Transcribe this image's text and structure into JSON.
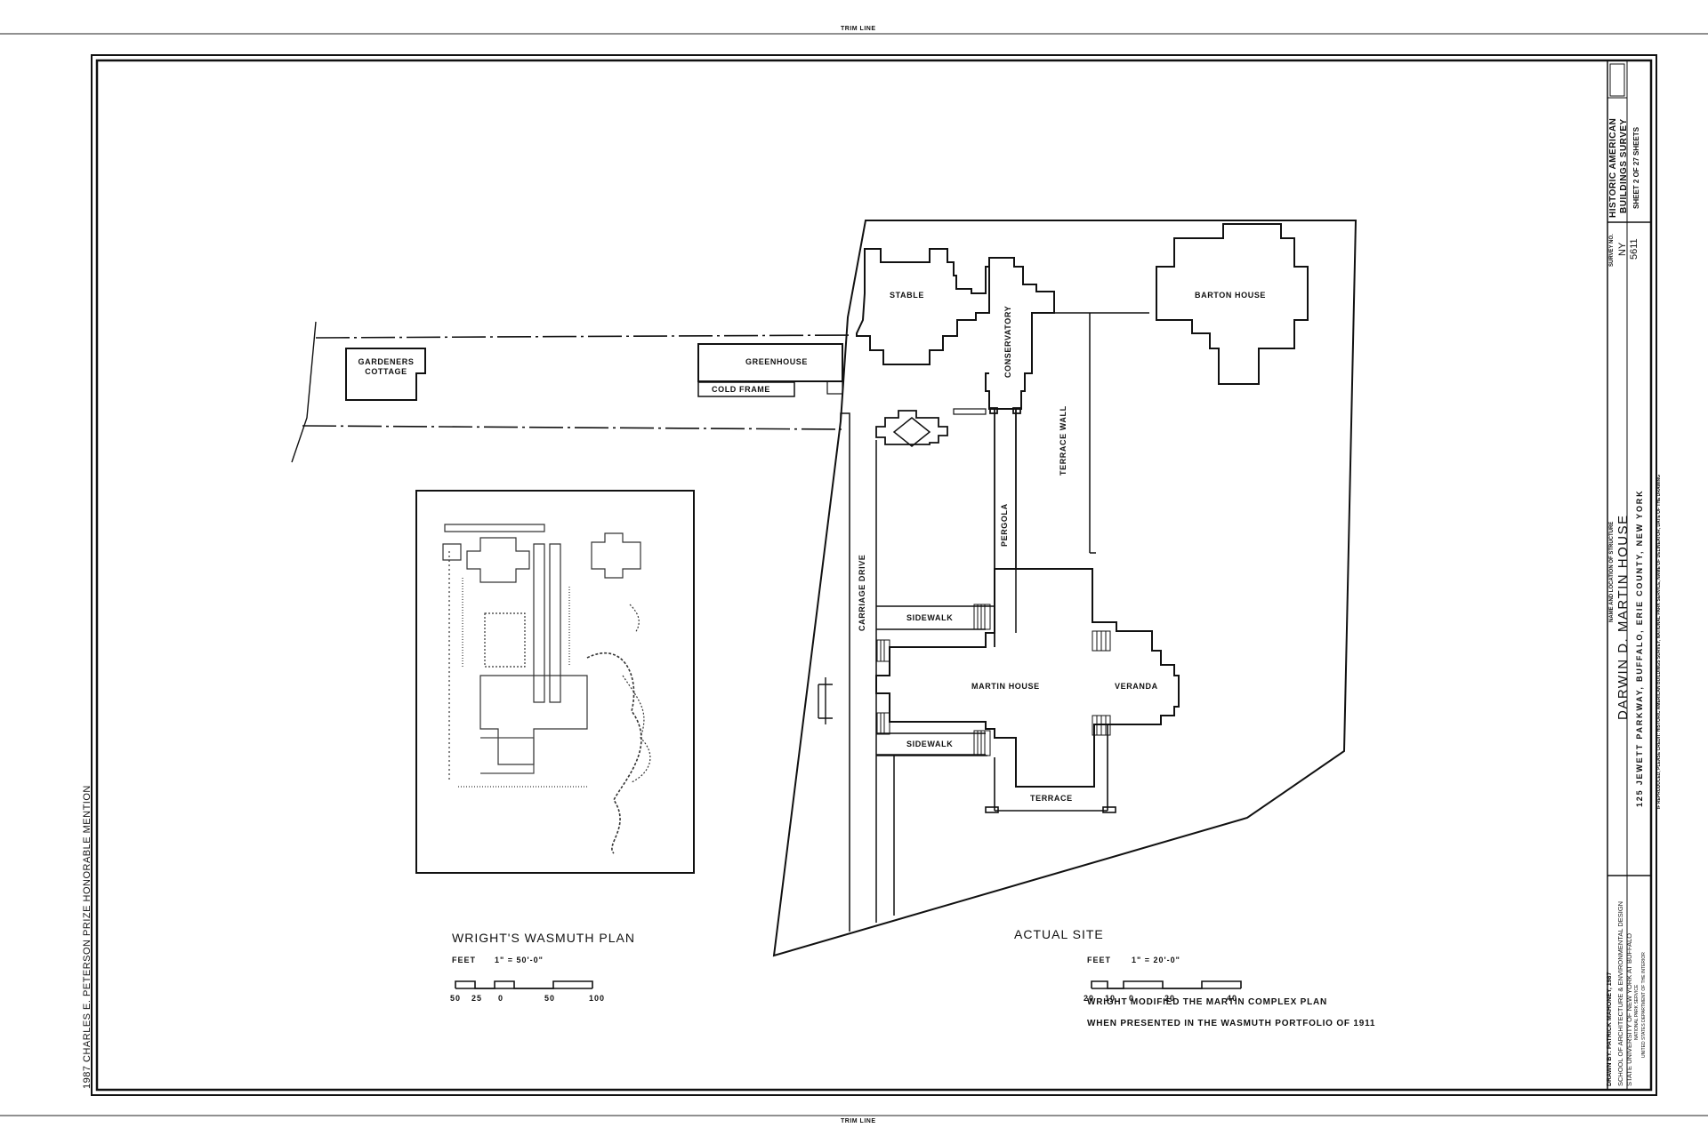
{
  "sheet": {
    "trim_line_label": "TRIM LINE",
    "honorable_mention": "1987 CHARLES E. PETERSON PRIZE HONORABLE MENTION"
  },
  "title_block": {
    "agency_line_1": "HISTORIC AMERICAN",
    "agency_line_2": "BUILDINGS SURVEY",
    "sheet_of": "SHEET 2 OF 27 SHEETS",
    "survey_label": "SURVEY NO.",
    "survey_state": "NY",
    "survey_number": "5611",
    "name_label": "NAME AND LOCATION OF STRUCTURE",
    "structure_name": "DARWIN D. MARTIN HOUSE",
    "address": "125 JEWETT PARKWAY, BUFFALO, ERIE COUNTY, NEW YORK",
    "credit_note": "IF REPRODUCED, PLEASE CREDIT: HISTORIC AMERICAN BUILDINGS SURVEY, NATIONAL PARK SERVICE, NAME OF DELINEATOR, DATE OF THE DRAWING",
    "drawn_by": "DRAWN BY: PATRICK MAHONEY, 1987",
    "school_line_1": "SCHOOL OF ARCHITECTURE & ENVIRONMENTAL DESIGN",
    "school_line_2": "STATE UNIVERSITY OF NEW YORK AT BUFFALO",
    "nps_line": "NATIONAL PARK SERVICE",
    "doi_line": "UNITED STATES DEPARTMENT OF THE INTERIOR"
  },
  "site_labels": {
    "stable": "STABLE",
    "barton_house": "BARTON HOUSE",
    "gardeners_cottage_1": "GARDENERS",
    "gardeners_cottage_2": "COTTAGE",
    "greenhouse": "GREENHOUSE",
    "cold_frame": "COLD FRAME",
    "conservatory": "CONSERVATORY",
    "terrace_wall": "TERRACE WALL",
    "pergola": "PERGOLA",
    "carriage_drive": "CARRIAGE DRIVE",
    "sidewalk_north": "SIDEWALK",
    "sidewalk_south": "SIDEWALK",
    "martin_house": "MARTIN HOUSE",
    "veranda": "VERANDA",
    "terrace": "TERRACE"
  },
  "wasmuth": {
    "title": "WRIGHT'S WASMUTH PLAN",
    "scale_unit": "FEET",
    "scale_ratio": "1\" = 50'-0\"",
    "ticks": [
      "50",
      "25",
      "0",
      "50",
      "100"
    ]
  },
  "actual_site": {
    "title": "ACTUAL SITE",
    "scale_unit": "FEET",
    "scale_ratio": "1\" = 20'-0\"",
    "ticks": [
      "20",
      "10",
      "0",
      "20",
      "40"
    ],
    "note_line_1": "WRIGHT MODIFIED THE MARTIN COMPLEX PLAN",
    "note_line_2": "WHEN PRESENTED IN THE WASMUTH PORTFOLIO OF 1911"
  }
}
